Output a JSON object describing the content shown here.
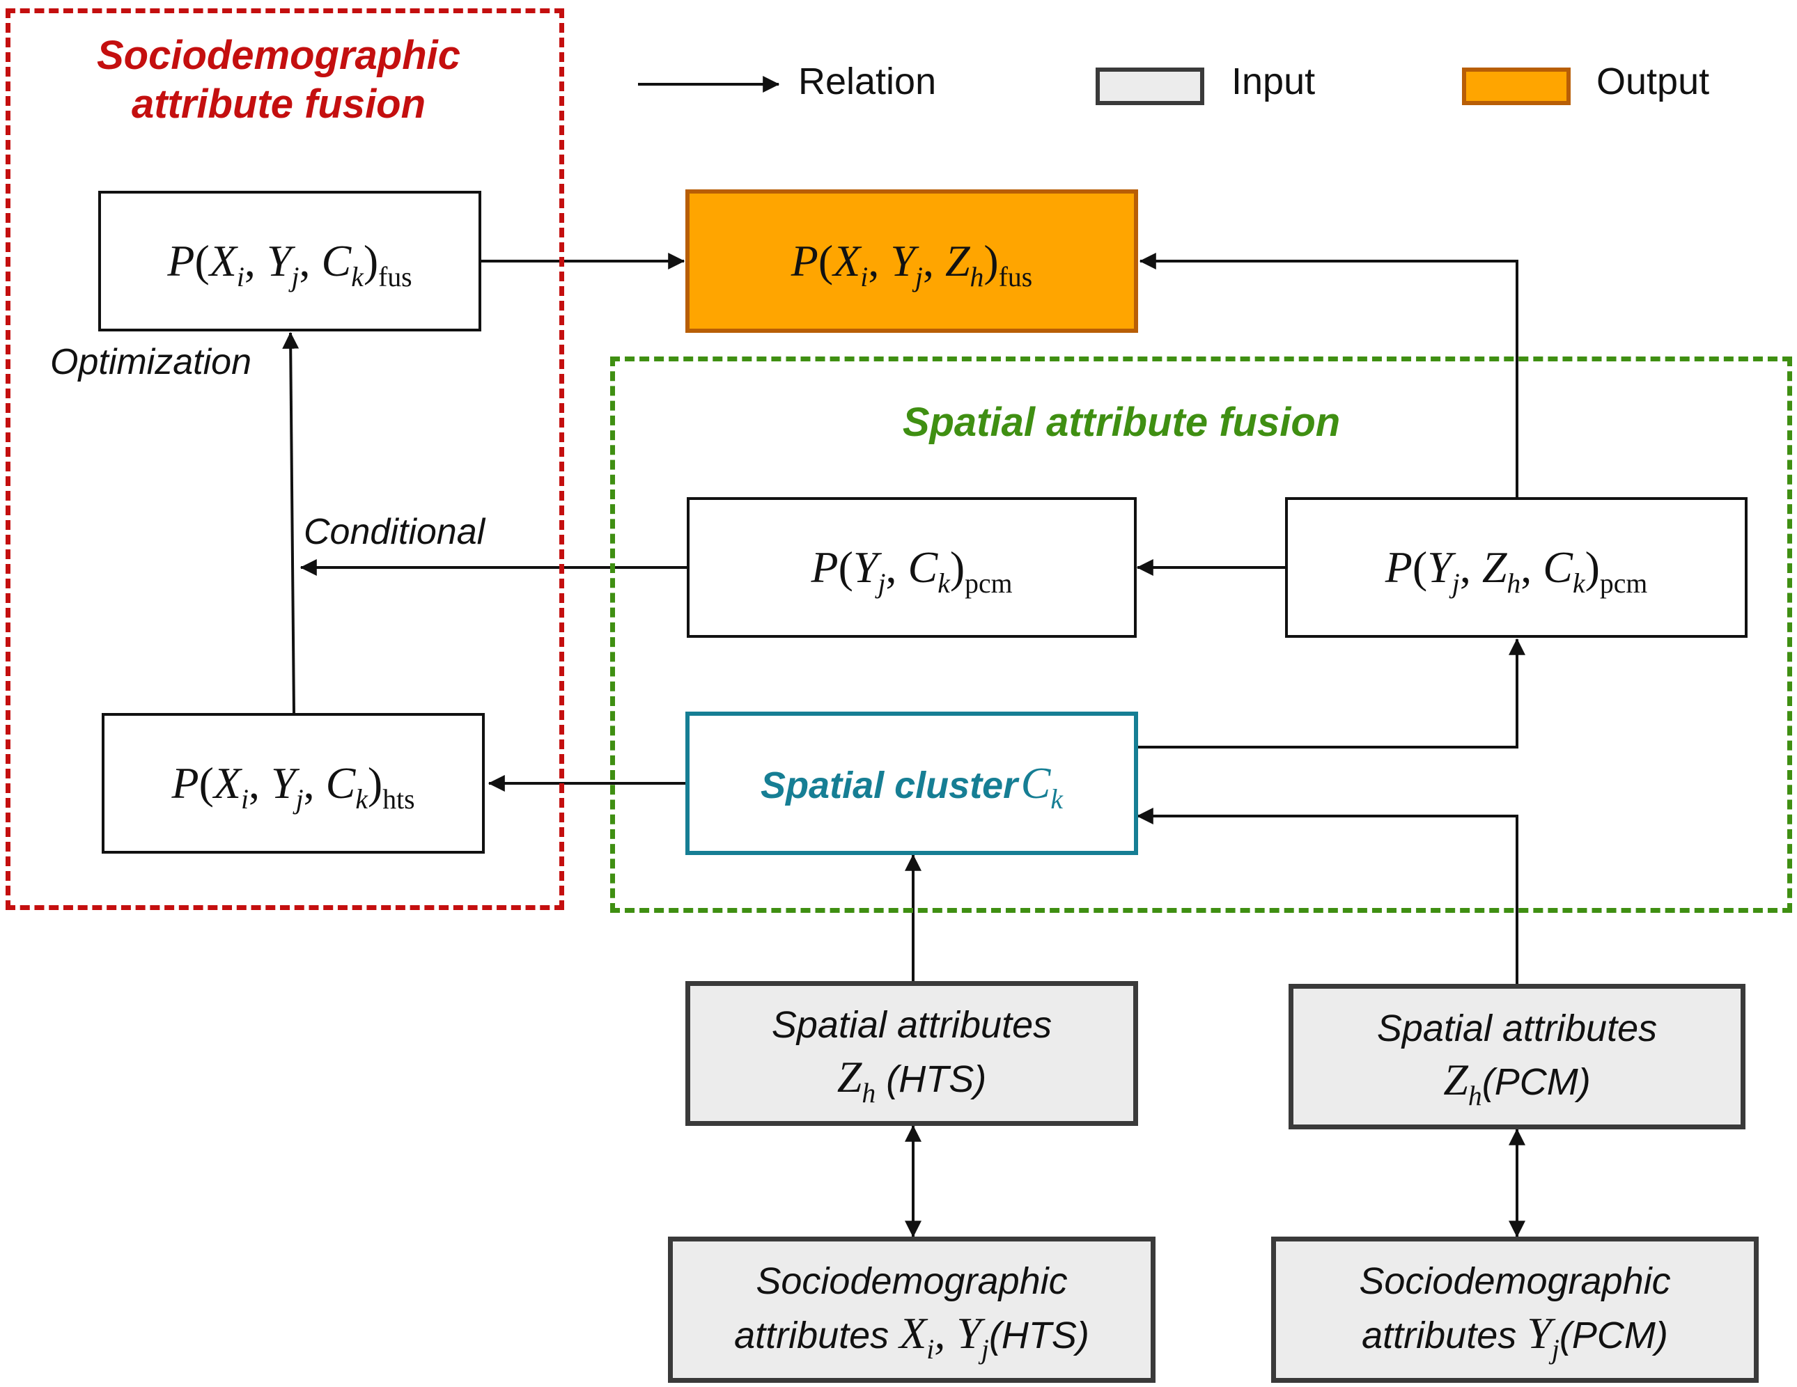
{
  "colors": {
    "socio_frame": "#c40f0f",
    "spatial_frame": "#3f8f12",
    "output_fill": "#ffa500",
    "output_border": "#b85e06",
    "input_fill": "#ececec",
    "input_border": "#3a3a3a",
    "cluster_border": "#167e94",
    "cluster_text": "#167e94",
    "arrow": "#111111"
  },
  "legend": {
    "relation_label": "Relation",
    "input_label": "Input",
    "output_label": "Output"
  },
  "groups": {
    "sociodemographic": {
      "title_line1": "Sociodemographic",
      "title_line2": "attribute fusion"
    },
    "spatial": {
      "title": "Spatial attribute fusion"
    }
  },
  "nodes": {
    "p_xyc_fus": {
      "P": "P",
      "X": "X",
      "X_sub": "i",
      "Y": "Y",
      "Y_sub": "j",
      "C": "C",
      "C_sub": "k",
      "label_sub": "fus"
    },
    "p_xyz_fus": {
      "P": "P",
      "X": "X",
      "X_sub": "i",
      "Y": "Y",
      "Y_sub": "j",
      "Z": "Z",
      "Z_sub": "h",
      "label_sub": "fus"
    },
    "p_yc_pcm": {
      "P": "P",
      "Y": "Y",
      "Y_sub": "j",
      "C": "C",
      "C_sub": "k",
      "label_sub": "pcm"
    },
    "p_yzc_pcm": {
      "P": "P",
      "Y": "Y",
      "Y_sub": "j",
      "Z": "Z",
      "Z_sub": "h",
      "C": "C",
      "C_sub": "k",
      "label_sub": "pcm"
    },
    "p_xyc_hts": {
      "P": "P",
      "X": "X",
      "X_sub": "i",
      "Y": "Y",
      "Y_sub": "j",
      "C": "C",
      "C_sub": "k",
      "label_sub": "hts"
    },
    "spatial_cluster": {
      "text": "Spatial cluster",
      "var": "C",
      "var_sub": "k"
    },
    "spatial_attr_hts": {
      "line1": "Spatial attributes",
      "var": "Z",
      "var_sub": "h",
      "suffix": "(HTS)"
    },
    "spatial_attr_pcm": {
      "line1": "Spatial attributes",
      "var": "Z",
      "var_sub": "h",
      "suffix": "(PCM)"
    },
    "socio_attr_hts": {
      "line1": "Sociodemographic",
      "line2_prefix": "attributes",
      "var1": "X",
      "var1_sub": "i",
      "var2": "Y",
      "var2_sub": "j",
      "suffix": "(HTS)"
    },
    "socio_attr_pcm": {
      "line1": "Sociodemographic",
      "line2_prefix": "attributes",
      "var": "Y",
      "var_sub": "j",
      "suffix": "(PCM)"
    }
  },
  "edge_labels": {
    "optimization": "Optimization",
    "conditional": "Conditional"
  }
}
